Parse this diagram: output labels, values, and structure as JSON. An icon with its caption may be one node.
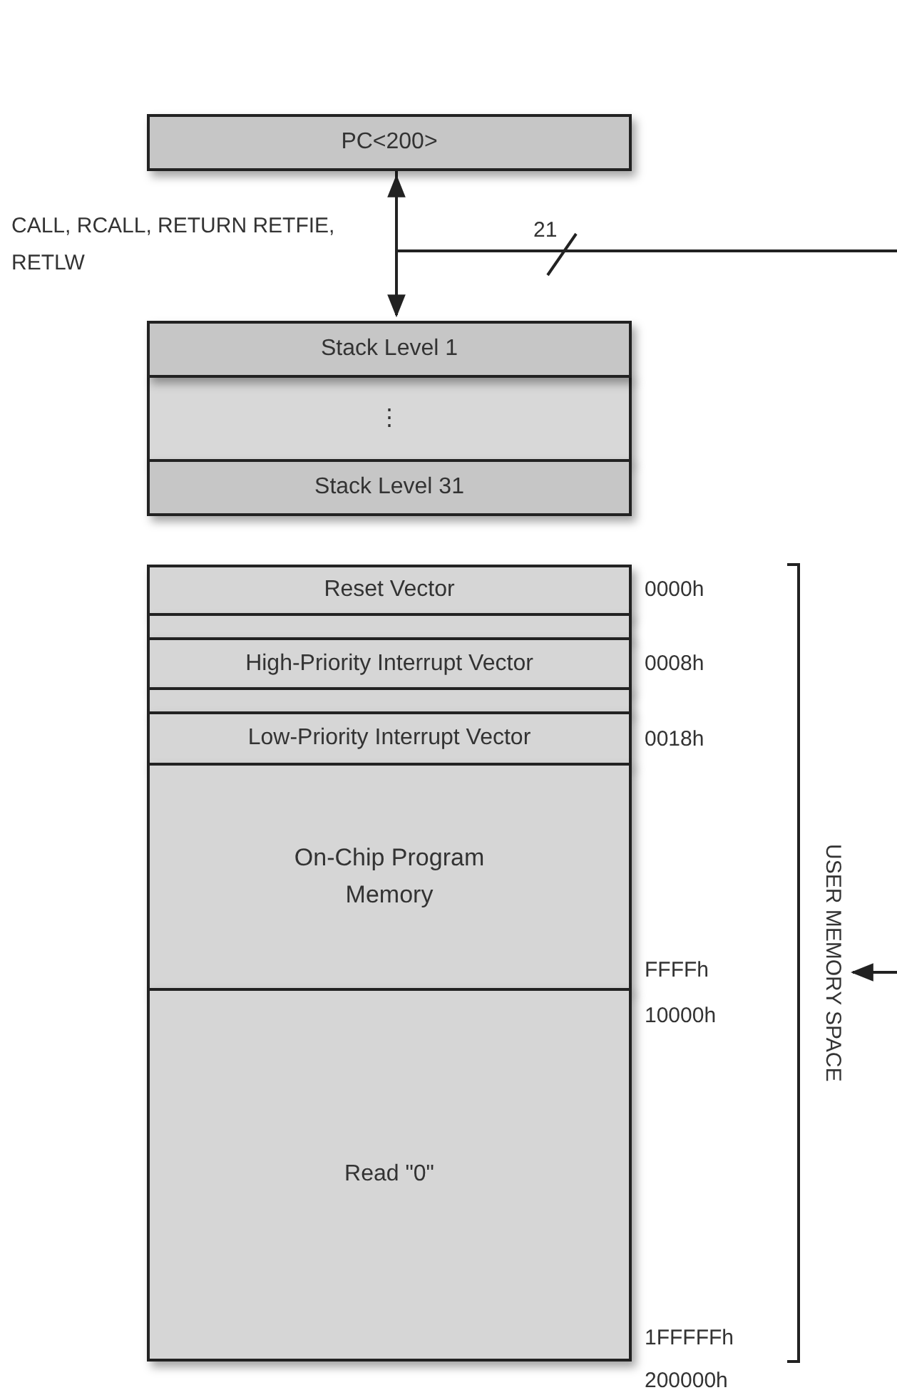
{
  "diagram": {
    "nodes": [
      {
        "text": [
          "PC<200>"
        ]
      },
      {
        "text": [
          "Stack Level 1"
        ]
      },
      {
        "text": [
          "⋮"
        ]
      },
      {
        "text": [
          "Stack Level 31"
        ]
      },
      {
        "text": [
          "Reset Vector"
        ]
      },
      {
        "text": [],
        "shape": "box"
      },
      {
        "text": [
          "High-Priority Interrupt Vector"
        ]
      },
      {
        "text": [],
        "shape": "box"
      },
      {
        "text": [
          "Low-Priority Interrupt Vector"
        ]
      },
      {
        "text": [
          "On-Chip Program Memory"
        ]
      },
      {
        "text": [
          "Read \"0\""
        ]
      },
      {
        "text": [
          "USER MEMORY SPACE"
        ]
      }
    ],
    "edges": [
      {
        "from": 0,
        "to": 1,
        "arrow": "both"
      },
      {
        "from": 0,
        "to": null,
        "arrow": "none",
        "label": "21"
      },
      {
        "from": null,
        "to": 11,
        "arrow": "to"
      }
    ],
    "labels": [
      "CALL, RCALL, RETURN RETFIE, RETLW",
      "0000h",
      "0008h",
      "0018h",
      "FFFFh",
      "10000h",
      "1FFFFFh",
      "200000h"
    ]
  }
}
